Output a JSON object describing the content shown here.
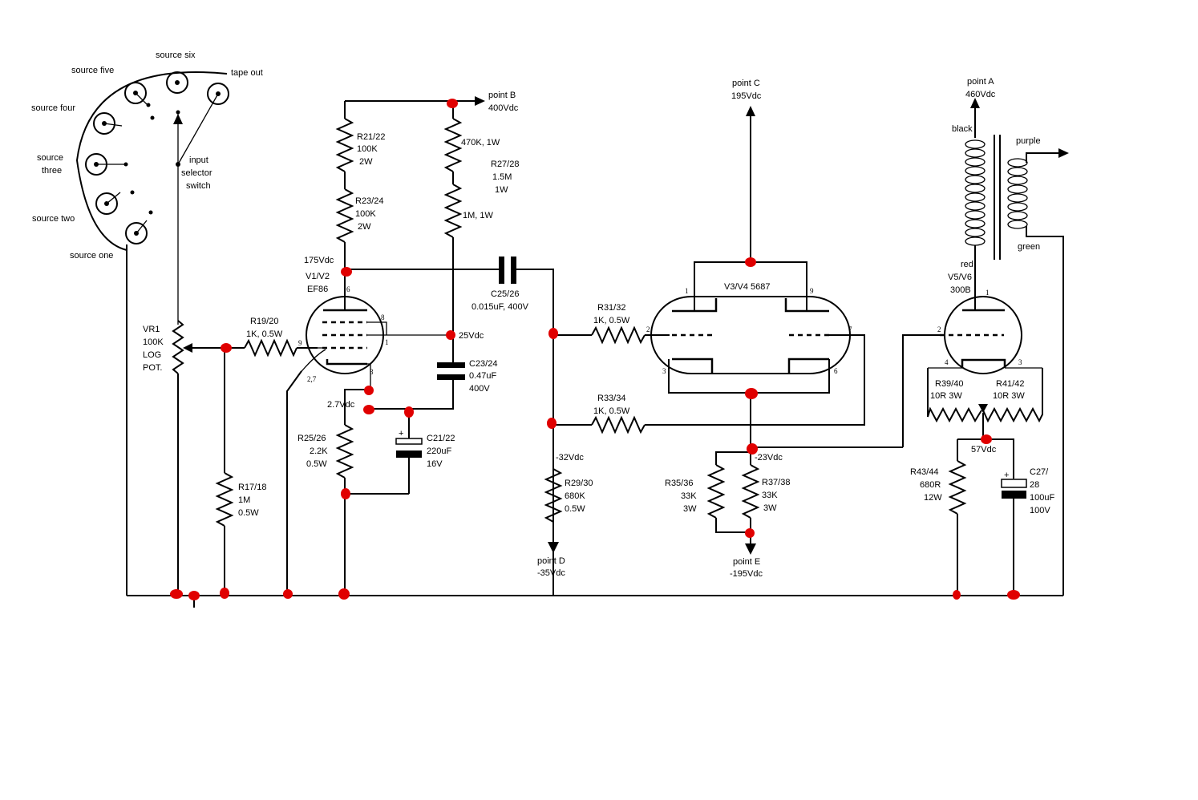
{
  "switch": {
    "labels": {
      "source_five": "source five",
      "source_six": "source six",
      "tape_out": "tape out",
      "source_four": "source four",
      "source_three_line1": "source",
      "source_three_line2": "three",
      "source_two": "source two",
      "source_one": "source one",
      "selector_line1": "input",
      "selector_line2": "selector",
      "selector_line3": "switch"
    }
  },
  "vr1": {
    "l1": "VR1",
    "l2": "100K",
    "l3": "LOG",
    "l4": "POT."
  },
  "r19": {
    "l1": "R19/20",
    "l2": "1K, 0.5W"
  },
  "r17": {
    "l1": "R17/18",
    "l2": "1M",
    "l3": "0.5W"
  },
  "tube1": {
    "l1": "V1/V2",
    "l2": "EF86",
    "pins": [
      "6",
      "8",
      "1",
      "9",
      "3",
      "2,7"
    ]
  },
  "volt": {
    "v175": "175Vdc",
    "v25": "25Vdc",
    "v2_7": "2.7Vdc",
    "vm32": "-32Vdc",
    "vm23": "-23Vdc",
    "v57": "57Vdc"
  },
  "r21": {
    "l1": "R21/22",
    "l2": "100K",
    "l3": "2W"
  },
  "r23": {
    "l1": "R23/24",
    "l2": "100K",
    "l3": "2W"
  },
  "r27": {
    "a": "470K, 1W",
    "l1": "R27/28",
    "l2": "1.5M",
    "l3": "1W",
    "b": "1M, 1W"
  },
  "pointB": {
    "l1": "point B",
    "l2": "400Vdc"
  },
  "c23": {
    "l1": "C23/24",
    "l2": "0.47uF",
    "l3": "400V"
  },
  "r25": {
    "l1": "R25/26",
    "l2": "2.2K",
    "l3": "0.5W"
  },
  "c21": {
    "plus": "+",
    "l1": "C21/22",
    "l2": "220uF",
    "l3": "16V"
  },
  "c25": {
    "l1": "C25/26",
    "l2": "0.015uF, 400V"
  },
  "r31": {
    "l1": "R31/32",
    "l2": "1K, 0.5W"
  },
  "r33": {
    "l1": "R33/34",
    "l2": "1K, 0.5W"
  },
  "r29": {
    "l1": "R29/30",
    "l2": "680K",
    "l3": "0.5W"
  },
  "pointD": {
    "l1": "point D",
    "l2": "-35Vdc"
  },
  "pointC": {
    "l1": "point C",
    "l2": "195Vdc"
  },
  "tube2": {
    "l1": "V3/V4 5687",
    "pins": [
      "1",
      "9",
      "2",
      "7",
      "3",
      "6"
    ]
  },
  "r35": {
    "l1": "R35/36",
    "l2": "33K",
    "l3": "3W"
  },
  "r37": {
    "l1": "R37/38",
    "l2": "33K",
    "l3": "3W"
  },
  "pointE": {
    "l1": "point E",
    "l2": "-195Vdc"
  },
  "pointA": {
    "l1": "point A",
    "l2": "460Vdc"
  },
  "xfmr": {
    "black": "black",
    "purple": "purple",
    "red": "red",
    "green": "green"
  },
  "tube3": {
    "l1": "V5/V6",
    "l2": "300B",
    "pins": [
      "1",
      "2",
      "4",
      "3"
    ]
  },
  "r39": {
    "l1": "R39/40",
    "l2": "10R 3W"
  },
  "r41": {
    "l1": "R41/42",
    "l2": "10R 3W"
  },
  "r43": {
    "l1": "R43/44",
    "l2": "680R",
    "l3": "12W"
  },
  "c27": {
    "plus": "+",
    "l1": "C27/",
    "l2": "28",
    "l3": "100uF",
    "l4": "100V"
  },
  "colors": {
    "wire": "#000000",
    "node_marker": "#e00000",
    "background": "#ffffff"
  }
}
